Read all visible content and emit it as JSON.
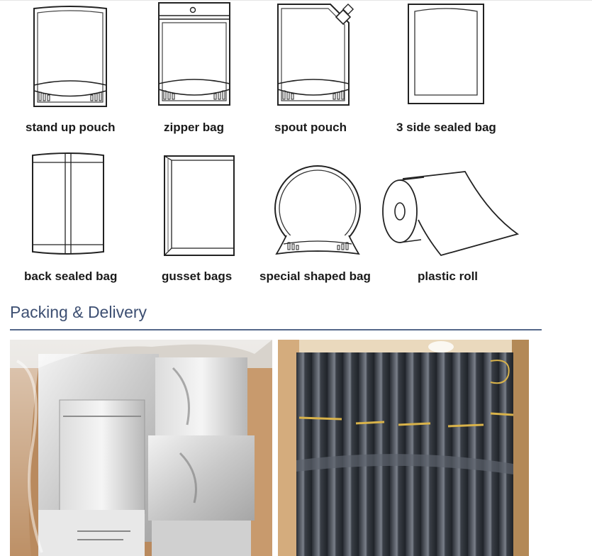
{
  "bag_types": {
    "stand_up_pouch": "stand up pouch",
    "zipper_bag": "zipper bag",
    "spout_pouch": "spout pouch",
    "three_side_sealed_bag": "3 side sealed bag",
    "back_sealed_bag": "back sealed bag",
    "gusset_bags": "gusset bags",
    "special_shaped_bag": "special shaped bag",
    "plastic_roll": "plastic roll"
  },
  "section": {
    "title": "Packing & Delivery",
    "accent_color": "#3d4f72"
  },
  "photos": {
    "left": "silver-foil-bags-wrapped-in-plastic",
    "right": "black-bags-bundled-in-cardboard-box"
  }
}
